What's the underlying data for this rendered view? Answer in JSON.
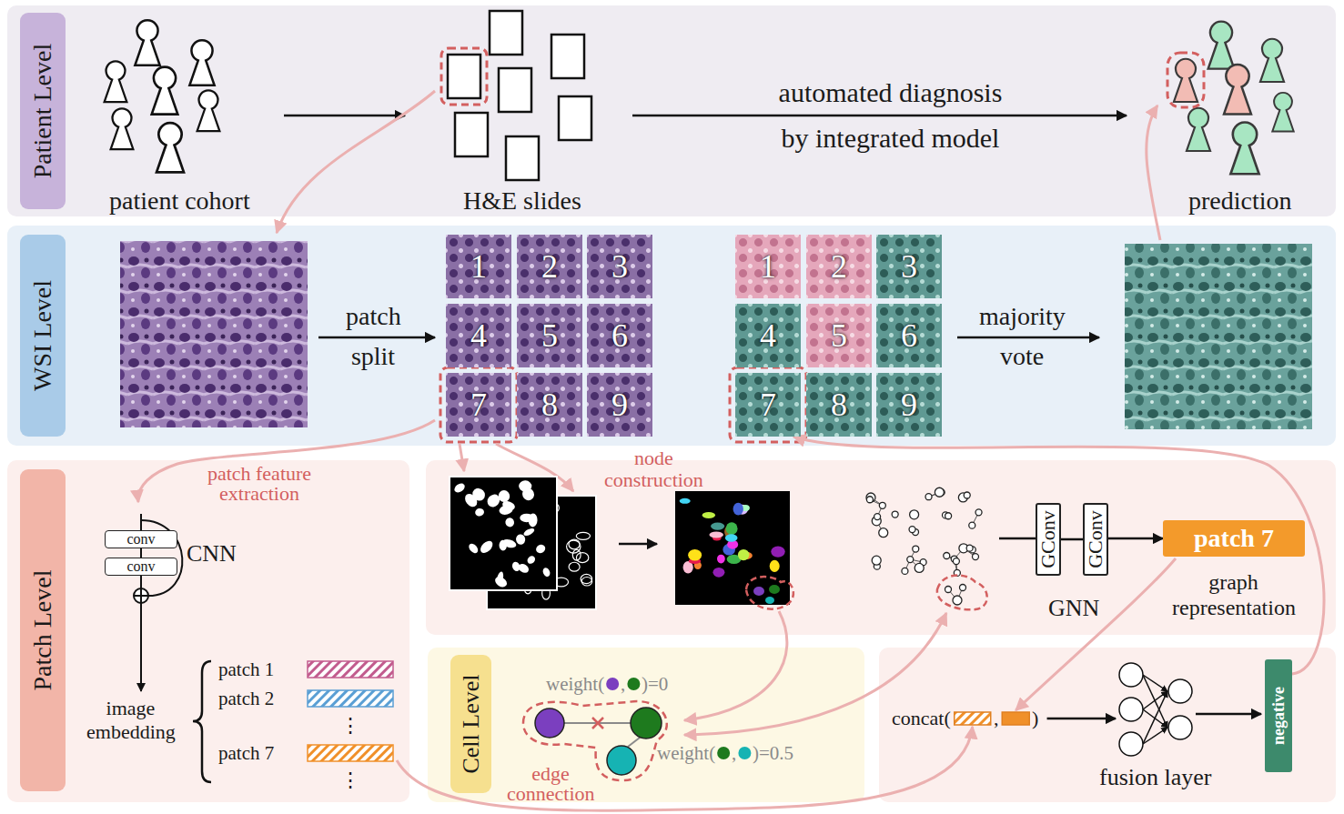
{
  "diagram": {
    "nodes": [
      {
        "text": [
          "Patient Level"
        ]
      },
      {
        "text": [
          "WSI Level"
        ]
      },
      {
        "text": [
          "1"
        ],
        "in": 1
      },
      {
        "text": [
          "2"
        ],
        "in": 1
      },
      {
        "text": [
          "3"
        ],
        "in": 1
      },
      {
        "text": [
          "4"
        ],
        "in": 1
      },
      {
        "text": [
          "5"
        ],
        "in": 1
      },
      {
        "text": [
          "6"
        ],
        "in": 1
      },
      {
        "text": [
          "7"
        ],
        "in": 1
      },
      {
        "text": [
          "8"
        ],
        "in": 1
      },
      {
        "text": [
          "9"
        ],
        "in": 1
      },
      {
        "text": [
          "1"
        ],
        "in": 1
      },
      {
        "text": [
          "2"
        ],
        "in": 1
      },
      {
        "text": [
          "3"
        ],
        "in": 1
      },
      {
        "text": [
          "4"
        ],
        "in": 1
      },
      {
        "text": [
          "5"
        ],
        "in": 1
      },
      {
        "text": [
          "6"
        ],
        "in": 1
      },
      {
        "text": [
          "7"
        ],
        "in": 1
      },
      {
        "text": [
          "8"
        ],
        "in": 1
      },
      {
        "text": [
          "9"
        ],
        "in": 1
      },
      {
        "text": [
          "Patch Level"
        ]
      },
      {
        "text": [
          "conv"
        ],
        "in": 20
      },
      {
        "text": [
          "conv"
        ],
        "in": 20
      },
      {
        "text": [
          "GConv"
        ]
      },
      {
        "text": [
          "GConv"
        ]
      },
      {
        "text": [
          "patch 7"
        ]
      },
      {
        "text": [
          "Cell Level"
        ]
      },
      {
        "text": [
          "negative"
        ]
      }
    ],
    "edges": [
      {
        "from": 23,
        "to": 24,
        "arrow": "none"
      },
      {
        "from": 24,
        "to": 25,
        "arrow": "to"
      },
      {
        "from": 27,
        "to": 17,
        "arrow": "to"
      }
    ],
    "labels": [
      "patient cohort",
      "H&E slides",
      "automated diagnosis by integrated model",
      "prediction",
      "patch split",
      "majority vote",
      "patch feature extraction",
      "CNN",
      "image embedding",
      "patch 1",
      "patch 2",
      "⋮",
      "patch 7",
      "⋮",
      "node construction",
      "GNN",
      "graph representation",
      "weight(",
      ",",
      ")=0",
      "weight(",
      ",",
      ")=0.5",
      "edge connection",
      "concat(",
      ",",
      ")",
      "fusion layer"
    ]
  }
}
